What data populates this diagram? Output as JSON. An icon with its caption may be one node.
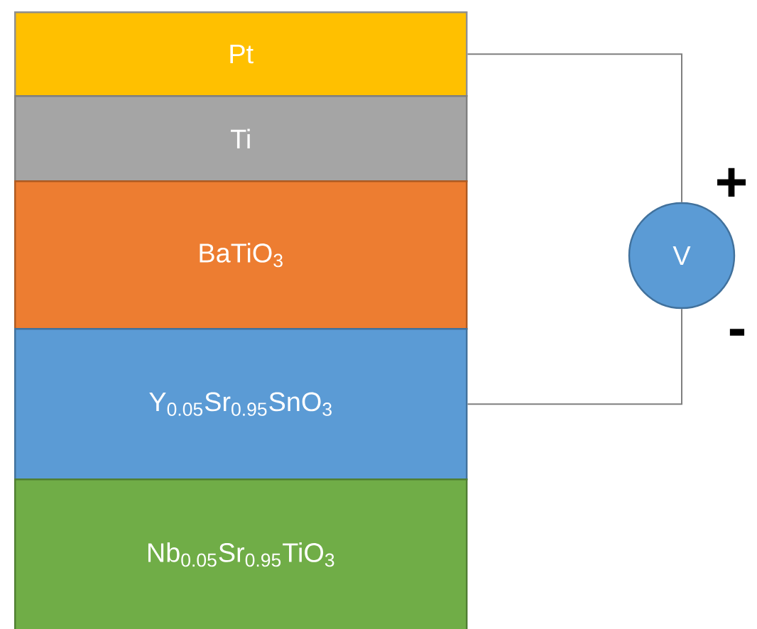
{
  "diagram": {
    "nodes": [
      {
        "text": [
          "Pt"
        ]
      },
      {
        "text": [
          "Ti"
        ]
      },
      {
        "text": [
          "BaTiO$_{3}$"
        ]
      },
      {
        "text": [
          "Y$_{0.05}$Sr$_{0.95}$SnO$_{3}$"
        ]
      },
      {
        "text": [
          "Nb$_{0.05}$Sr$_{0.95}$TiO$_{3}$"
        ]
      },
      {
        "text": [
          "V"
        ]
      }
    ],
    "edges": [
      {
        "from": 0,
        "to": 5,
        "arrow": "none"
      },
      {
        "from": 3,
        "to": 5,
        "arrow": "none"
      }
    ],
    "labels": [
      "+",
      "-"
    ]
  }
}
